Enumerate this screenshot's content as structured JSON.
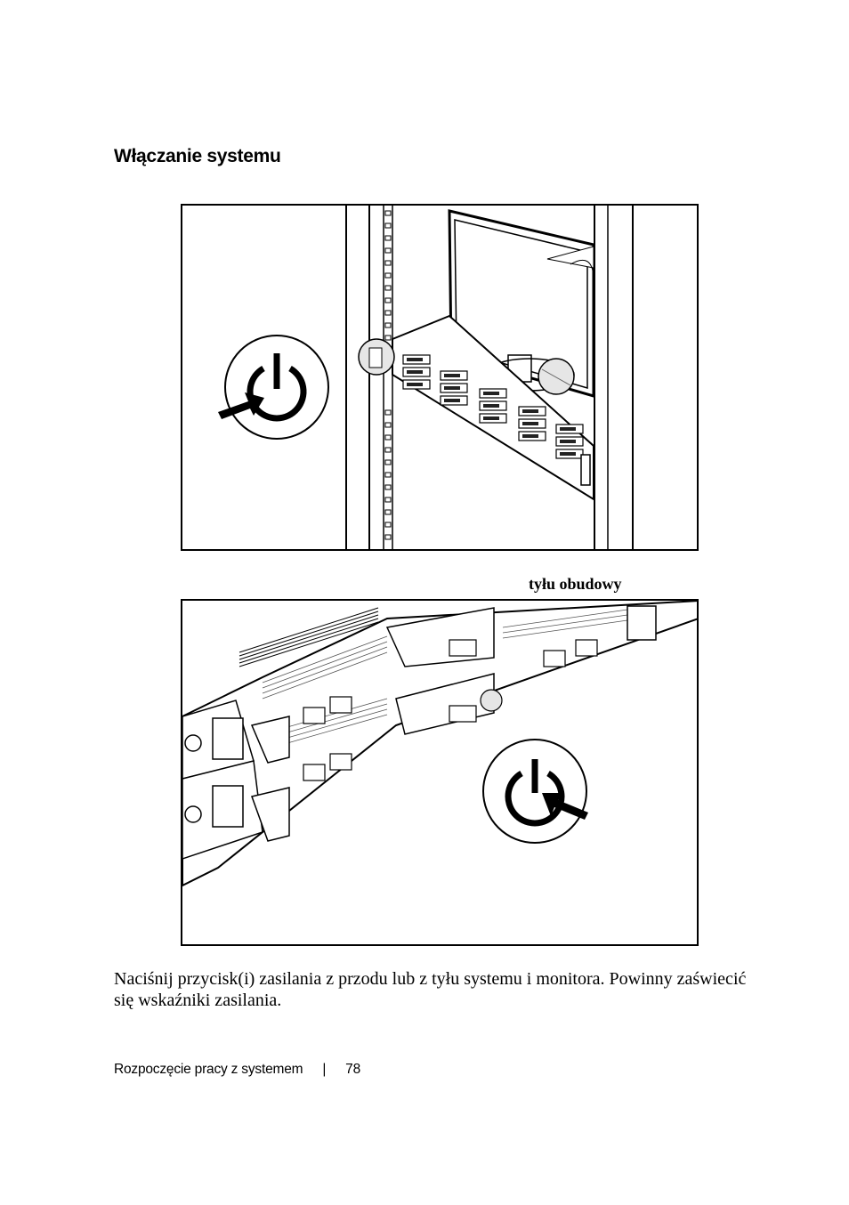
{
  "heading": "Włączanie systemu",
  "rear_caption": "tyłu obudowy",
  "paragraph": "Naciśnij przycisk(i) zasilania z przodu lub z tyłu systemu i monitora. Powinny zaświecić się wskaźniki zasilania.",
  "footer": {
    "section": "Rozpoczęcie pracy z systemem",
    "separator": "|",
    "page_number": "78"
  }
}
